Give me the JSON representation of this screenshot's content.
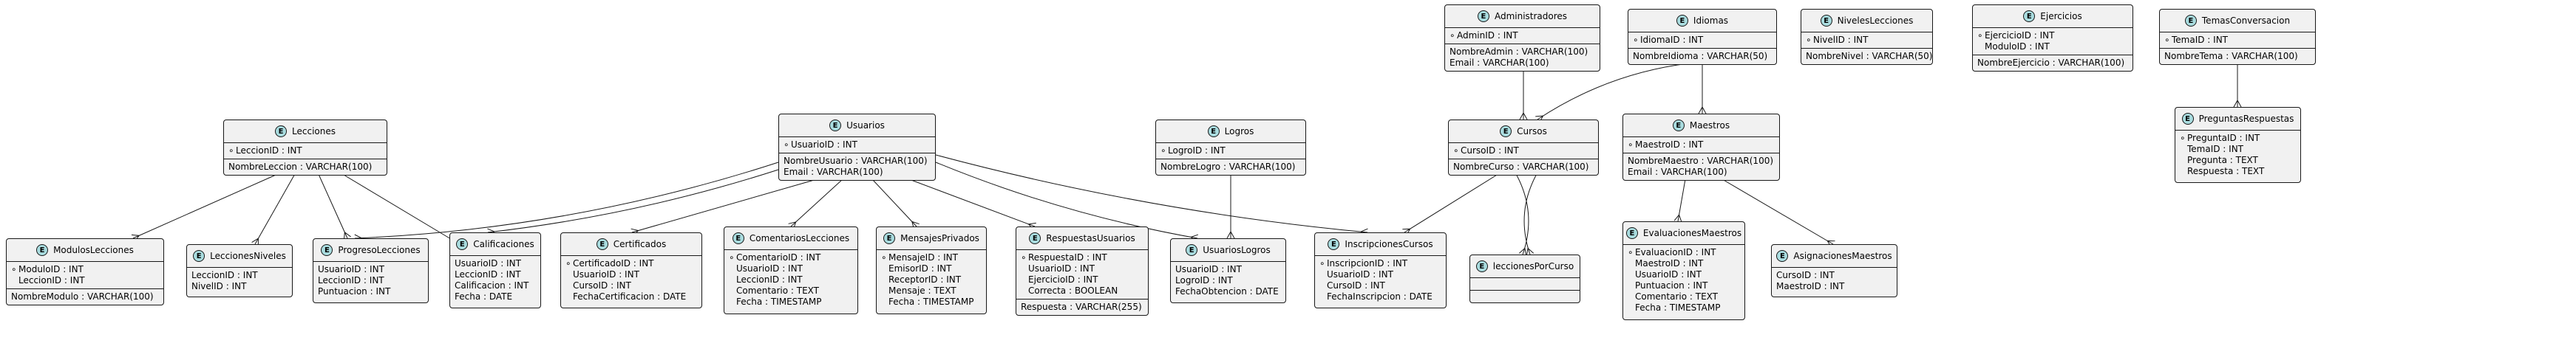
{
  "entities": {
    "administradores": {
      "name": "Administradores",
      "pk": [
        "AdminID : INT"
      ],
      "attrs": [
        "NombreAdmin : VARCHAR(100)",
        "Email : VARCHAR(100)"
      ]
    },
    "idiomas": {
      "name": "Idiomas",
      "pk": [
        "IdiomaID : INT"
      ],
      "attrs": [
        "NombreIdioma : VARCHAR(50)"
      ]
    },
    "niveleslecciones": {
      "name": "NivelesLecciones",
      "pk": [
        "NivelID : INT"
      ],
      "attrs": [
        "NombreNivel : VARCHAR(50)"
      ]
    },
    "ejercicios": {
      "name": "Ejercicios",
      "pk": [
        "EjercicioID : INT",
        "ModuloID : INT"
      ],
      "attrs": [
        "NombreEjercicio : VARCHAR(100)"
      ]
    },
    "temasconversacion": {
      "name": "TemasConversacion",
      "pk": [
        "TemaID : INT"
      ],
      "attrs": [
        "NombreTema : VARCHAR(100)"
      ]
    },
    "lecciones": {
      "name": "Lecciones",
      "pk": [
        "LeccionID : INT"
      ],
      "attrs": [
        "NombreLeccion : VARCHAR(100)"
      ]
    },
    "usuarios": {
      "name": "Usuarios",
      "pk": [
        "UsuarioID : INT"
      ],
      "attrs": [
        "NombreUsuario : VARCHAR(100)",
        "Email : VARCHAR(100)"
      ]
    },
    "logros": {
      "name": "Logros",
      "pk": [
        "LogroID : INT"
      ],
      "attrs": [
        "NombreLogro : VARCHAR(100)"
      ]
    },
    "cursos": {
      "name": "Cursos",
      "pk": [
        "CursoID : INT"
      ],
      "attrs": [
        "NombreCurso : VARCHAR(100)"
      ]
    },
    "maestros": {
      "name": "Maestros",
      "pk": [
        "MaestroID : INT"
      ],
      "attrs": [
        "NombreMaestro : VARCHAR(100)",
        "Email : VARCHAR(100)"
      ]
    },
    "preguntasrespuestas": {
      "name": "PreguntasRespuestas",
      "pk": [
        "PreguntaID : INT",
        "TemaID : INT",
        "Pregunta : TEXT",
        "Respuesta : TEXT"
      ],
      "attrs": []
    },
    "moduloslecciones": {
      "name": "ModulosLecciones",
      "pk": [
        "ModuloID : INT",
        "LeccionID : INT"
      ],
      "attrs": [
        "NombreModulo : VARCHAR(100)"
      ]
    },
    "leccionesniveles": {
      "name": "LeccionesNiveles",
      "pk": [],
      "attrs": [
        "LeccionID : INT",
        "NivelID : INT"
      ]
    },
    "progresolecciones": {
      "name": "ProgresoLecciones",
      "pk": [],
      "attrs": [
        "UsuarioID : INT",
        "LeccionID : INT",
        "Puntuacion : INT"
      ]
    },
    "calificaciones": {
      "name": "Calificaciones",
      "pk": [],
      "attrs": [
        "UsuarioID : INT",
        "LeccionID : INT",
        "Calificacion : INT",
        "Fecha : DATE"
      ]
    },
    "certificados": {
      "name": "Certificados",
      "pk": [
        "CertificadoID : INT",
        "UsuarioID : INT",
        "CursoID : INT",
        "FechaCertificacion : DATE"
      ],
      "attrs": []
    },
    "comentarioslecciones": {
      "name": "ComentariosLecciones",
      "pk": [
        "ComentarioID : INT",
        "UsuarioID : INT",
        "LeccionID : INT",
        "Comentario : TEXT",
        "Fecha : TIMESTAMP"
      ],
      "attrs": []
    },
    "mensajesprivados": {
      "name": "MensajesPrivados",
      "pk": [
        "MensajeID : INT",
        "EmisorID : INT",
        "ReceptorID : INT",
        "Mensaje : TEXT",
        "Fecha : TIMESTAMP"
      ],
      "attrs": []
    },
    "respuestasusuarios": {
      "name": "RespuestasUsuarios",
      "pk": [
        "RespuestaID : INT",
        "UsuarioID : INT",
        "EjercicioID : INT",
        "Correcta : BOOLEAN"
      ],
      "attrs": [
        "Respuesta : VARCHAR(255)"
      ]
    },
    "usuarioslogros": {
      "name": "UsuariosLogros",
      "pk": [],
      "attrs": [
        "UsuarioID : INT",
        "LogroID : INT",
        "FechaObtencion : DATE"
      ]
    },
    "inscripcionescursos": {
      "name": "InscripcionesCursos",
      "pk": [
        "InscripcionID : INT",
        "UsuarioID : INT",
        "CursoID : INT",
        "FechaInscripcion : DATE"
      ],
      "attrs": []
    },
    "leccionesporcurso": {
      "name": "leccionesPorCurso",
      "pk": [],
      "attrs": []
    },
    "evaluacionesmaestros": {
      "name": "EvaluacionesMaestros",
      "pk": [
        "EvaluacionID : INT",
        "MaestroID : INT",
        "UsuarioID : INT",
        "Puntuacion : INT",
        "Comentario : TEXT",
        "Fecha : TIMESTAMP"
      ],
      "attrs": []
    },
    "asignacionesmaestros": {
      "name": "AsignacionesMaestros",
      "pk": [],
      "attrs": [
        "CursoID : INT",
        "MaestroID : INT"
      ]
    }
  },
  "relations": [
    {
      "from": "administradores",
      "to": "cursos"
    },
    {
      "from": "idiomas",
      "to": "cursos"
    },
    {
      "from": "idiomas",
      "to": "maestros"
    },
    {
      "from": "temasconversacion",
      "to": "preguntasrespuestas"
    },
    {
      "from": "lecciones",
      "to": "moduloslecciones"
    },
    {
      "from": "lecciones",
      "to": "leccionesniveles"
    },
    {
      "from": "lecciones",
      "to": "progresolecciones"
    },
    {
      "from": "lecciones",
      "to": "calificaciones"
    },
    {
      "from": "usuarios",
      "to": "progresolecciones"
    },
    {
      "from": "usuarios",
      "to": "calificaciones"
    },
    {
      "from": "usuarios",
      "to": "certificados"
    },
    {
      "from": "usuarios",
      "to": "comentarioslecciones"
    },
    {
      "from": "usuarios",
      "to": "mensajesprivados"
    },
    {
      "from": "usuarios",
      "to": "respuestasusuarios"
    },
    {
      "from": "usuarios",
      "to": "usuarioslogros"
    },
    {
      "from": "usuarios",
      "to": "inscripcionescursos"
    },
    {
      "from": "logros",
      "to": "usuarioslogros"
    },
    {
      "from": "cursos",
      "to": "inscripcionescursos"
    },
    {
      "from": "cursos",
      "to": "leccionesporcurso"
    },
    {
      "from": "maestros",
      "to": "evaluacionesmaestros"
    },
    {
      "from": "maestros",
      "to": "asignacionesmaestros"
    }
  ]
}
